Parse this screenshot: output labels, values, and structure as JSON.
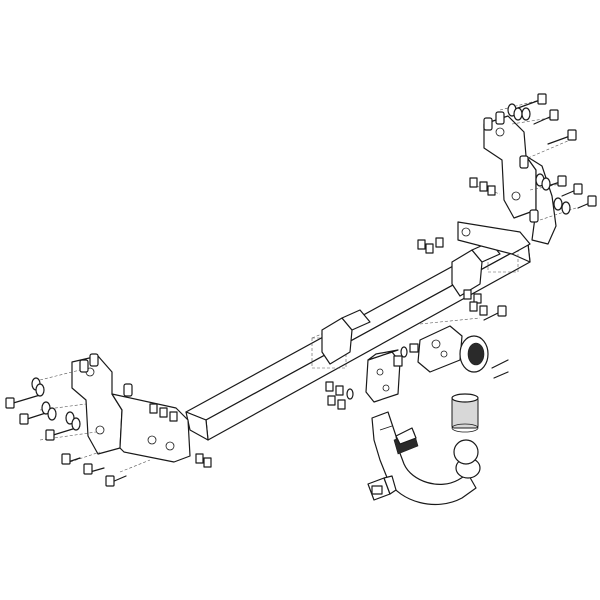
{
  "diagram": {
    "background": "#ffffff",
    "line_color": "#1a1a1a",
    "components": [
      "tow-bar-crossmember",
      "left-mounting-bracket",
      "right-mounting-bracket",
      "left-bolt-set",
      "right-bolt-set",
      "socket-mounting-plate",
      "electrical-socket",
      "tow-ball-neck",
      "tow-ball-cap",
      "ball-lock-clip"
    ]
  }
}
